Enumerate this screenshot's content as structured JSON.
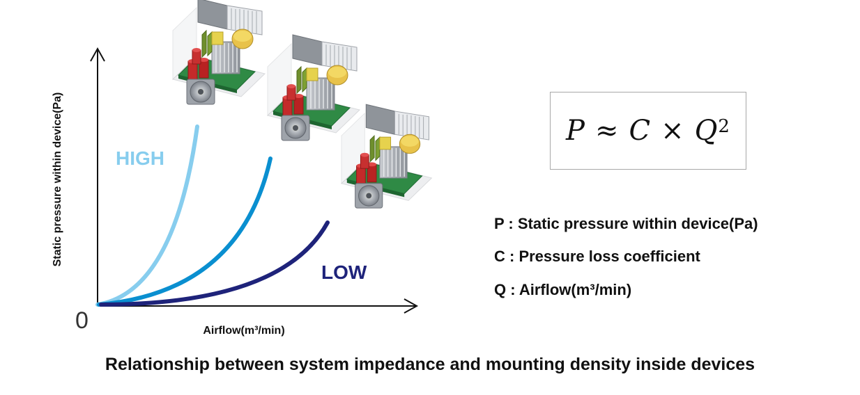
{
  "diagram": {
    "y_axis_label": "Static pressure within device(Pa)",
    "x_axis_label": "Airflow(m³/min)",
    "origin_label": "0",
    "curves": [
      {
        "label": "HIGH",
        "color": "#87cdee"
      },
      {
        "label": "",
        "color": "#0a8fd0"
      },
      {
        "label": "LOW",
        "color": "#1e237a"
      }
    ],
    "formula": {
      "p": "P",
      "approx": "≈",
      "c": "C",
      "times": "×",
      "q": "Q",
      "exp": "2"
    },
    "legend": [
      "P : Static pressure within device(Pa)",
      "C : Pressure loss coefficient",
      "Q : Airflow(m³/min)"
    ],
    "caption": "Relationship between system impedance and mounting density inside devices"
  }
}
